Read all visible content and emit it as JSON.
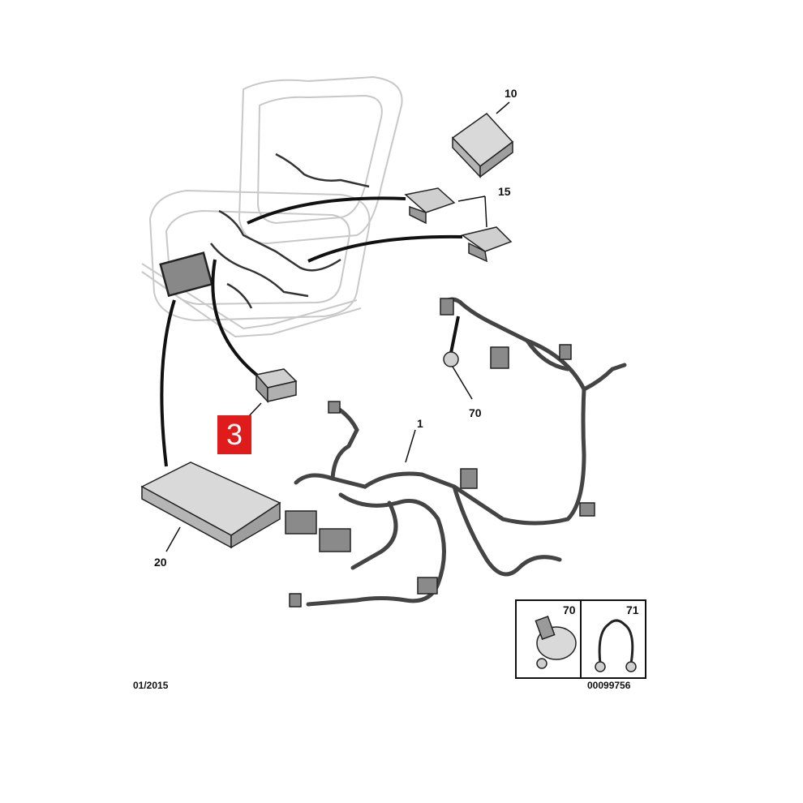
{
  "callouts": {
    "c10": "10",
    "c15": "15",
    "c1": "1",
    "c70": "70",
    "c20": "20",
    "ref_highlight": "3"
  },
  "legend": {
    "item_70": "70",
    "item_71": "71"
  },
  "footer": {
    "date": "01/2015",
    "doc_number": "00099756"
  },
  "colors": {
    "highlight": "#e01b1b",
    "line": "#111111",
    "part_fill": "#d9d9d9",
    "seat_outline": "#c8c8c8"
  }
}
